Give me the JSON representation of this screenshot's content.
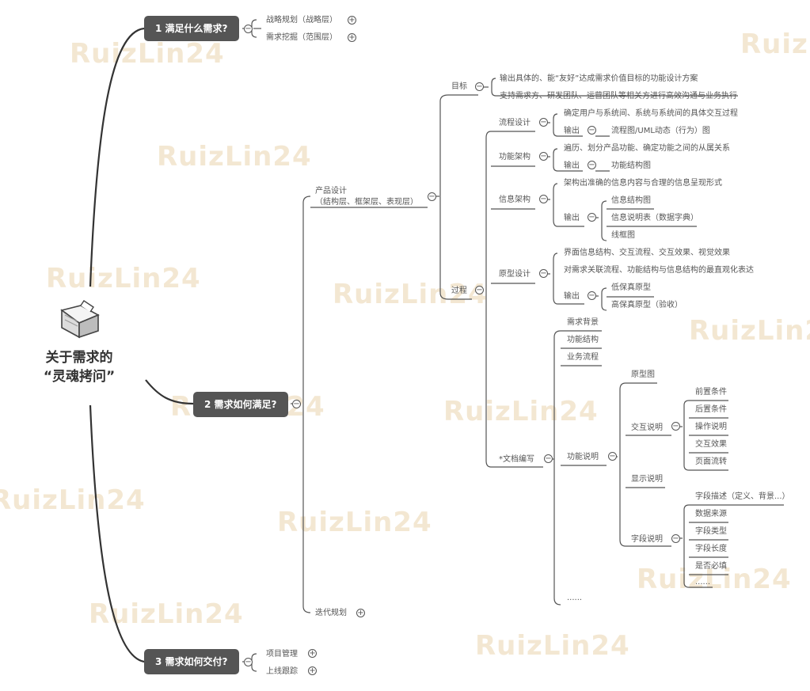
{
  "root": {
    "line1": "关于需求的",
    "line2": "“灵魂拷问”",
    "icon": "book-icon"
  },
  "branches": {
    "b1": {
      "label": "1  满足什么需求?",
      "children": [
        "战略规划（战略层）",
        "需求挖掘（范围层）"
      ]
    },
    "b2": {
      "label": "2  需求如何满足?",
      "product_design": {
        "line1": "产品设计",
        "line2": "（结构层、框架层、表现层）"
      },
      "iteration": "迭代规划",
      "goal": {
        "label": "目标",
        "items": [
          "输出具体的、能“友好”达成需求价值目标的功能设计方案",
          "支持需求方、研发团队、运营团队等相关方进行高效沟通与业务执行"
        ]
      },
      "process": {
        "label": "过程",
        "flow": {
          "label": "流程设计",
          "desc": "确定用户与系统间、系统与系统间的具体交互过程",
          "output": "输出",
          "out_items": [
            "流程图/UML动态（行为）图"
          ]
        },
        "func_arch": {
          "label": "功能架构",
          "desc": "遍历、划分产品功能、确定功能之间的从属关系",
          "output": "输出",
          "out_items": [
            "功能结构图"
          ]
        },
        "info_arch": {
          "label": "信息架构",
          "desc": "架构出准确的信息内容与合理的信息呈现形式",
          "output": "输出",
          "out_items": [
            "信息结构图",
            "信息说明表（数据字典）",
            "线框图"
          ]
        },
        "prototype": {
          "label": "原型设计",
          "desc1": "界面信息结构、交互流程、交互效果、视觉效果",
          "desc2": "对需求关联流程、功能结构与信息结构的最直观化表达",
          "output": "输出",
          "out_items": [
            "低保真原型",
            "高保真原型（验收）"
          ]
        },
        "doc": {
          "label": "*文档编写",
          "items": [
            "需求背景",
            "功能结构",
            "业务流程"
          ],
          "func_desc": {
            "label": "功能说明",
            "proto_img": "原型图",
            "interaction": {
              "label": "交互说明",
              "items": [
                "前置条件",
                "后置条件",
                "操作说明",
                "交互效果",
                "页面流转"
              ]
            },
            "display": "显示说明",
            "fields": {
              "label": "字段说明",
              "items": [
                "字段描述（定义、背景...）",
                "数据来源",
                "字段类型",
                "字段长度",
                "是否必填",
                "......"
              ]
            }
          },
          "more": "......"
        }
      }
    },
    "b3": {
      "label": "3  需求如何交付?",
      "children": [
        "项目管理",
        "上线跟踪"
      ]
    }
  },
  "watermark": "RuizLin24",
  "colors": {
    "pill": "#555555",
    "line": "#555555",
    "root_line": "#333333",
    "watermark": "#f3e7d2"
  }
}
